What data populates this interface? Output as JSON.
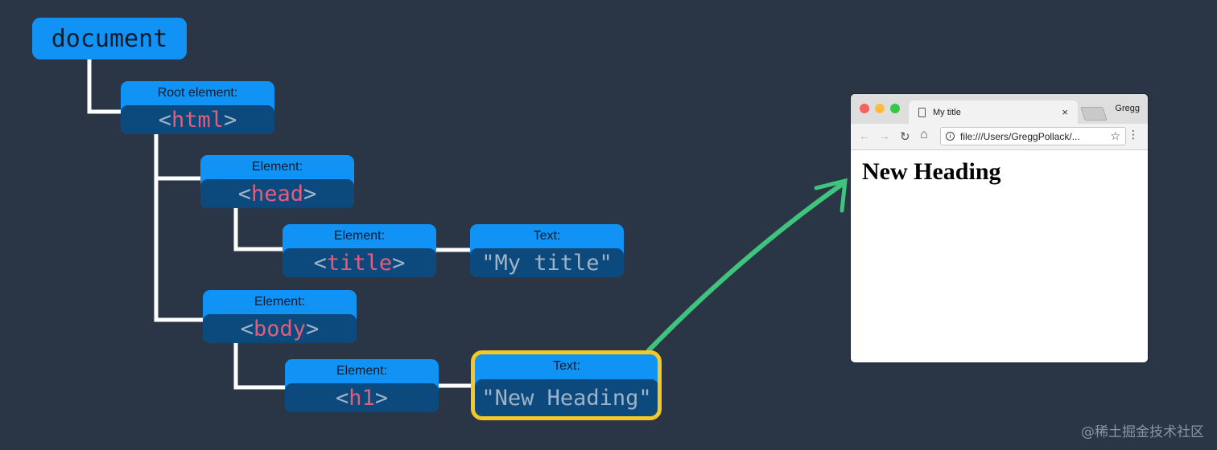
{
  "diagram": {
    "document_label": "document",
    "nodes": {
      "html": {
        "label": "Root element:",
        "open": "<",
        "tag": "html",
        "close": ">"
      },
      "head": {
        "label": "Element:",
        "open": "<",
        "tag": "head",
        "close": ">"
      },
      "title": {
        "label": "Element:",
        "open": "<",
        "tag": "title",
        "close": ">"
      },
      "title_text": {
        "label": "Text:",
        "value": "\"My title\""
      },
      "body": {
        "label": "Element:",
        "open": "<",
        "tag": "body",
        "close": ">"
      },
      "h1": {
        "label": "Element:",
        "open": "<",
        "tag": "h1",
        "close": ">"
      },
      "h1_text": {
        "label": "Text:",
        "value": "\"New Heading\""
      }
    }
  },
  "browser": {
    "tab_title": "My title",
    "tab_close": "×",
    "user": "Gregg",
    "url": "file:///Users/GreggPollack/...",
    "info_glyph": "i",
    "star_glyph": "☆",
    "menu_glyph": "⋮",
    "back_glyph": "←",
    "forward_glyph": "→",
    "reload_glyph": "↻",
    "home_glyph": "⌂",
    "heading": "New Heading"
  },
  "watermark": "@稀土掘金技术社区",
  "colors": {
    "background": "#2a3646",
    "node_label_bg": "#1192f5",
    "node_value_bg": "#0c4a7e",
    "tag_color": "#e45d7a",
    "highlight": "#f4c825",
    "arrow": "#3fc47e"
  }
}
